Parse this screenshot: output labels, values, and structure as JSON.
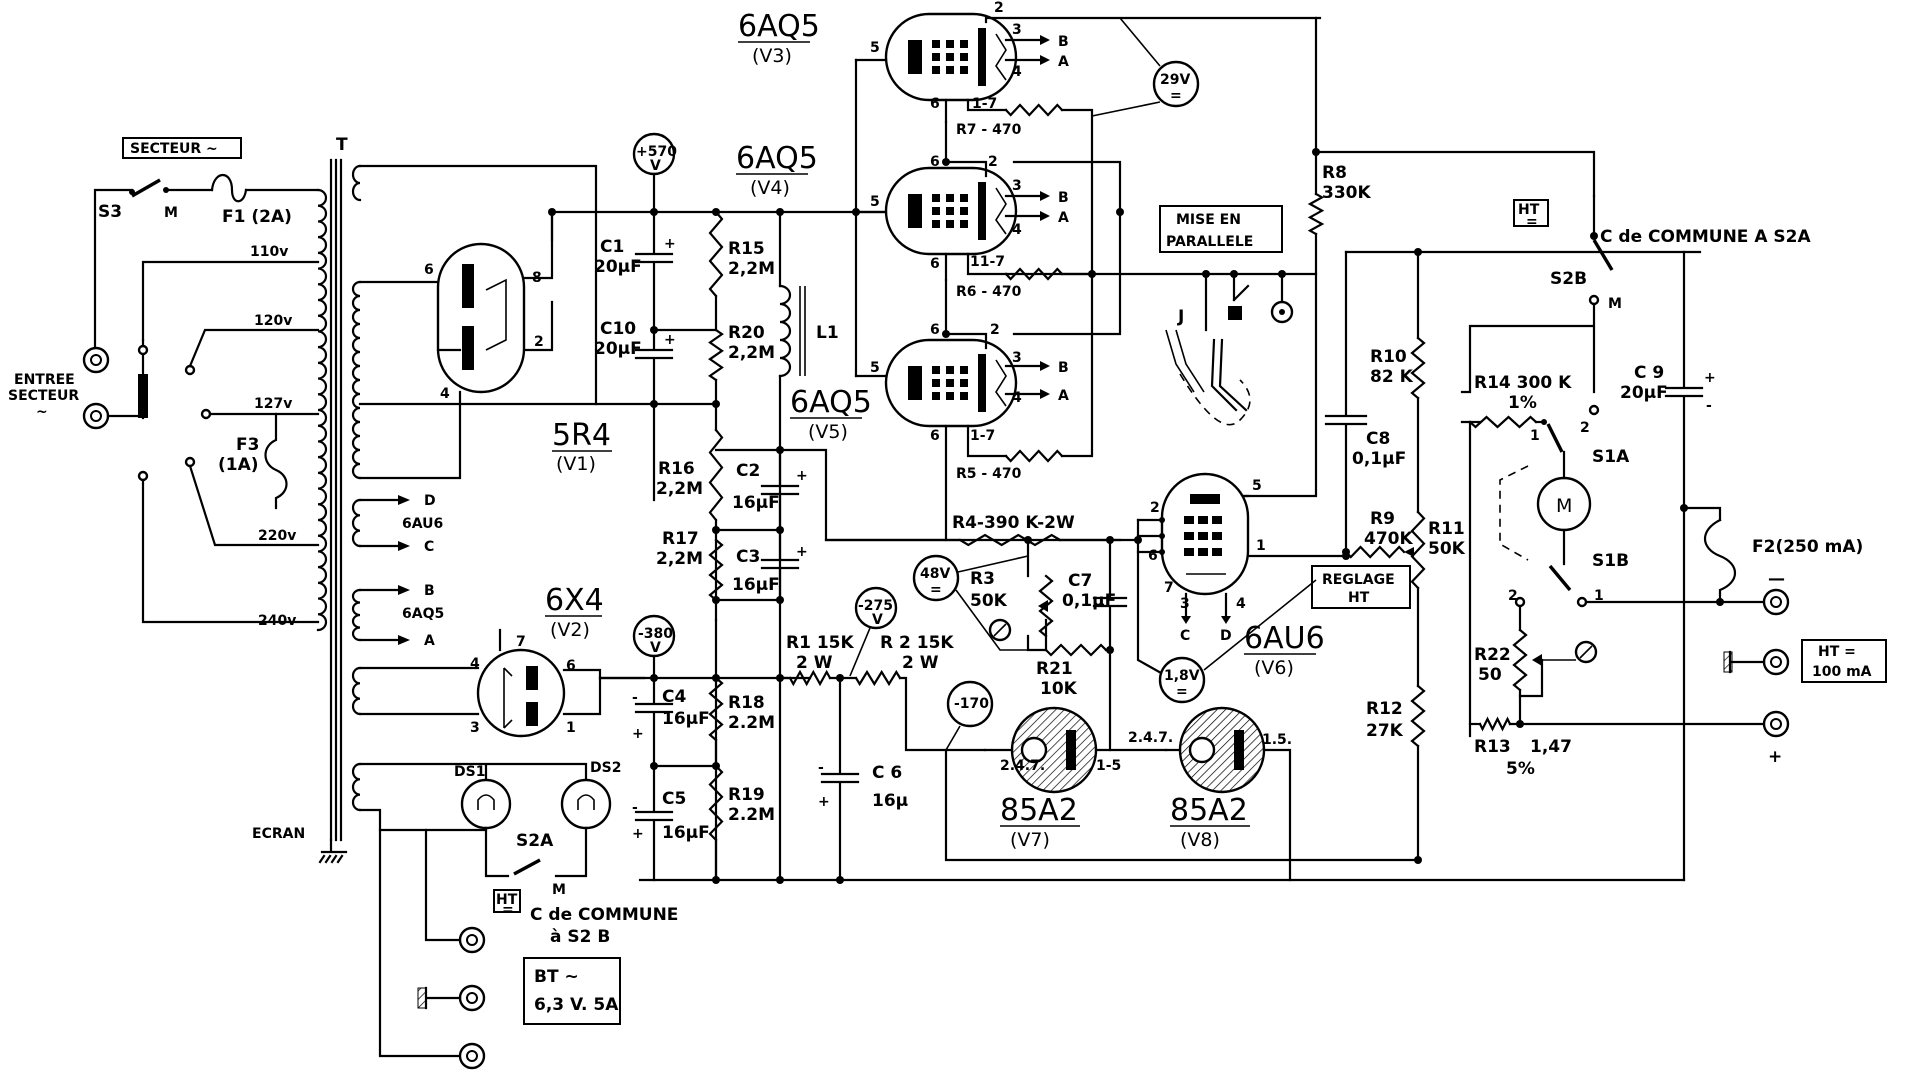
{
  "mains": {
    "secteur": "SECTEUR ~",
    "s3": "S3",
    "m": "M",
    "f1": "F1 (2A)",
    "entree1": "ENTREE",
    "entree2": "SECTEUR",
    "entree3": "~",
    "taps": [
      "110v",
      "120v",
      "127v",
      "220v",
      "240v"
    ],
    "f3a": "F3",
    "f3b": "(1A)",
    "t": "T",
    "ecran": "ECRAN"
  },
  "heaters": {
    "d": "D",
    "c": "C",
    "tube1": "6AU6",
    "b": "B",
    "a": "A",
    "tube2": "6AQ5"
  },
  "tubes": {
    "v1_type": "5R4",
    "v1_ref": "(V1)",
    "v2_type": "6X4",
    "v2_ref": "(V2)",
    "v3_type": "6AQ5",
    "v3_ref": "(V3)",
    "v4_type": "6AQ5",
    "v4_ref": "(V4)",
    "v5_type": "6AQ5",
    "v5_ref": "(V5)",
    "v6_type": "6AU6",
    "v6_ref": "(V6)",
    "v7_type": "85A2",
    "v7_ref": "(V7)",
    "v8_type": "85A2",
    "v8_ref": "(V8)"
  },
  "pins": {
    "p6": "6",
    "p8": "8",
    "p2": "2",
    "p4": "4",
    "p7": "7",
    "p3": "3",
    "p1": "1",
    "p5": "5",
    "p1_7": "1-7",
    "p11_7": "11-7",
    "p247": "2.4.7.",
    "p15": "1-5",
    "p15b": "1.5.",
    "pB": "B",
    "pA": "A",
    "pC": "C",
    "pD": "D"
  },
  "voltages": {
    "v570": "+570",
    "v570u": "V",
    "v380": "-380",
    "v380u": "V",
    "v275": "-275",
    "v275u": "V",
    "v170": "-170",
    "v29": "29V",
    "v48": "48V",
    "v18": "1,8V",
    "eq": "="
  },
  "components": {
    "c1": "C1",
    "c1v": "20µF",
    "c10": "C10",
    "c10v": "20µF",
    "r15": "R15",
    "r15v": "2,2M",
    "r20": "R20",
    "r20v": "2,2M",
    "l1": "L1",
    "r16": "R16",
    "r16v": "2,2M",
    "r17": "R17",
    "r17v": "2,2M",
    "c2": "C2",
    "c2v": "16µF",
    "c3": "C3",
    "c3v": "16µF",
    "c4": "C4",
    "c4v": "16µF",
    "c5": "C5",
    "c5v": "16µF",
    "r18": "R18",
    "r18v": "2.2M",
    "r19": "R19",
    "r19v": "2.2M",
    "r1": "R1  15K",
    "r1w": "2 W",
    "r2": "R 2   15K",
    "r2w": "2 W",
    "c6": "C 6",
    "c6v": "16µ",
    "r7": "R7 - 470",
    "r6": "R6 - 470",
    "r5": "R5 - 470",
    "r4": "R4-390 K-2W",
    "r3": "R3",
    "r3v": "50K",
    "c7": "C7",
    "c7v": "0,1µF",
    "r21": "R21",
    "r21v": "10K",
    "r8": "R8",
    "r8v": "330K",
    "c8": "C8",
    "c8v": "0,1µF",
    "r10": "R10",
    "r10v": "82 K",
    "r9": "R9",
    "r9v": "470K",
    "r11": "R11",
    "r11v": "50K",
    "r12": "R12",
    "r12v": "27K",
    "c9": "C 9",
    "c9v": "20µF",
    "r14": "R14  300 K",
    "r14v": "1%",
    "r22": "R22",
    "r22v": "50",
    "r13": "R13",
    "r13v": "1,47",
    "r13t": "5%",
    "f2": "F2(250 mA)",
    "j": "J",
    "m": "M"
  },
  "switches": {
    "s2b": "S2B",
    "s2a": "S2A",
    "s1a": "S1A",
    "s1b": "S1B",
    "m": "M",
    "n1": "1",
    "n2": "2"
  },
  "boxes": {
    "mise1": "MISE EN",
    "mise2": "PARALLELE",
    "ht": "HT",
    "ht_eq": "=",
    "cde1": "C de COMMUNE A S2A",
    "cde2a": "C de COMMUNE",
    "cde2b": "à S2 B",
    "reglage1": "REGLAGE",
    "reglage2": "HT",
    "bt1": "BT ~",
    "bt2": "6,3 V. 5A",
    "htout1": "HT =",
    "htout2": "100 mA"
  },
  "outputs": {
    "minus": "—",
    "plus": "+"
  }
}
